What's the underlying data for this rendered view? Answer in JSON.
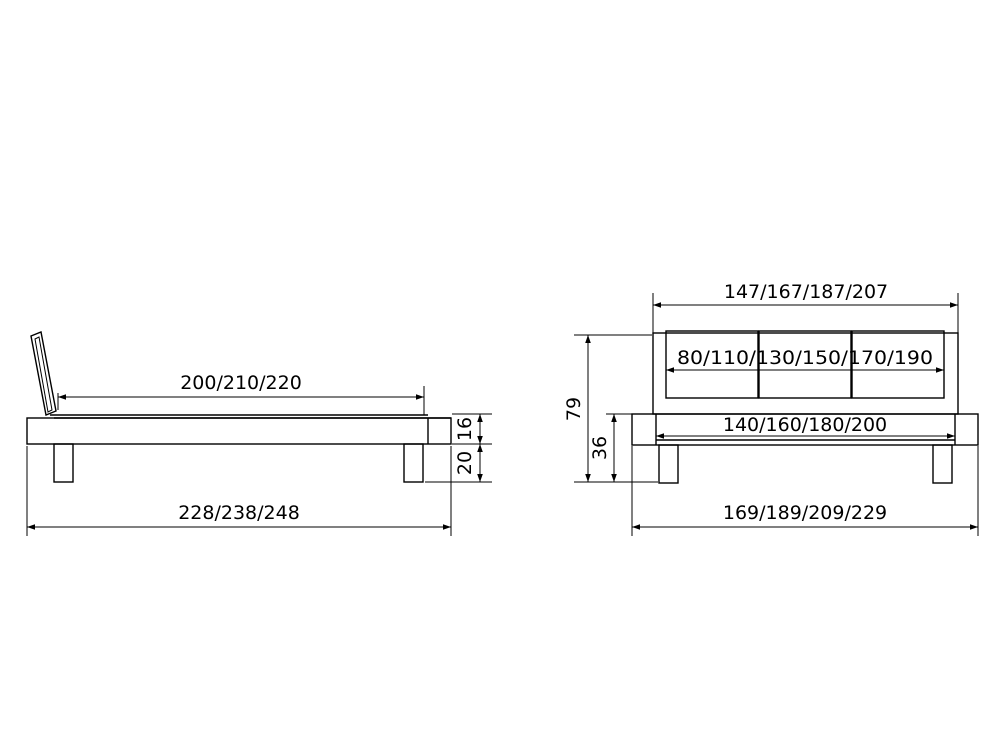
{
  "side_view": {
    "length_top": "200/210/220",
    "length_total": "228/238/248",
    "height_frame": "16",
    "height_legs": "20"
  },
  "front_view": {
    "width_headboard": "147/167/187/207",
    "width_panels": "80/110/130/150/170/190",
    "width_inner": "140/160/180/200",
    "width_total": "169/189/209/229",
    "height_total": "79",
    "height_frame": "36"
  }
}
